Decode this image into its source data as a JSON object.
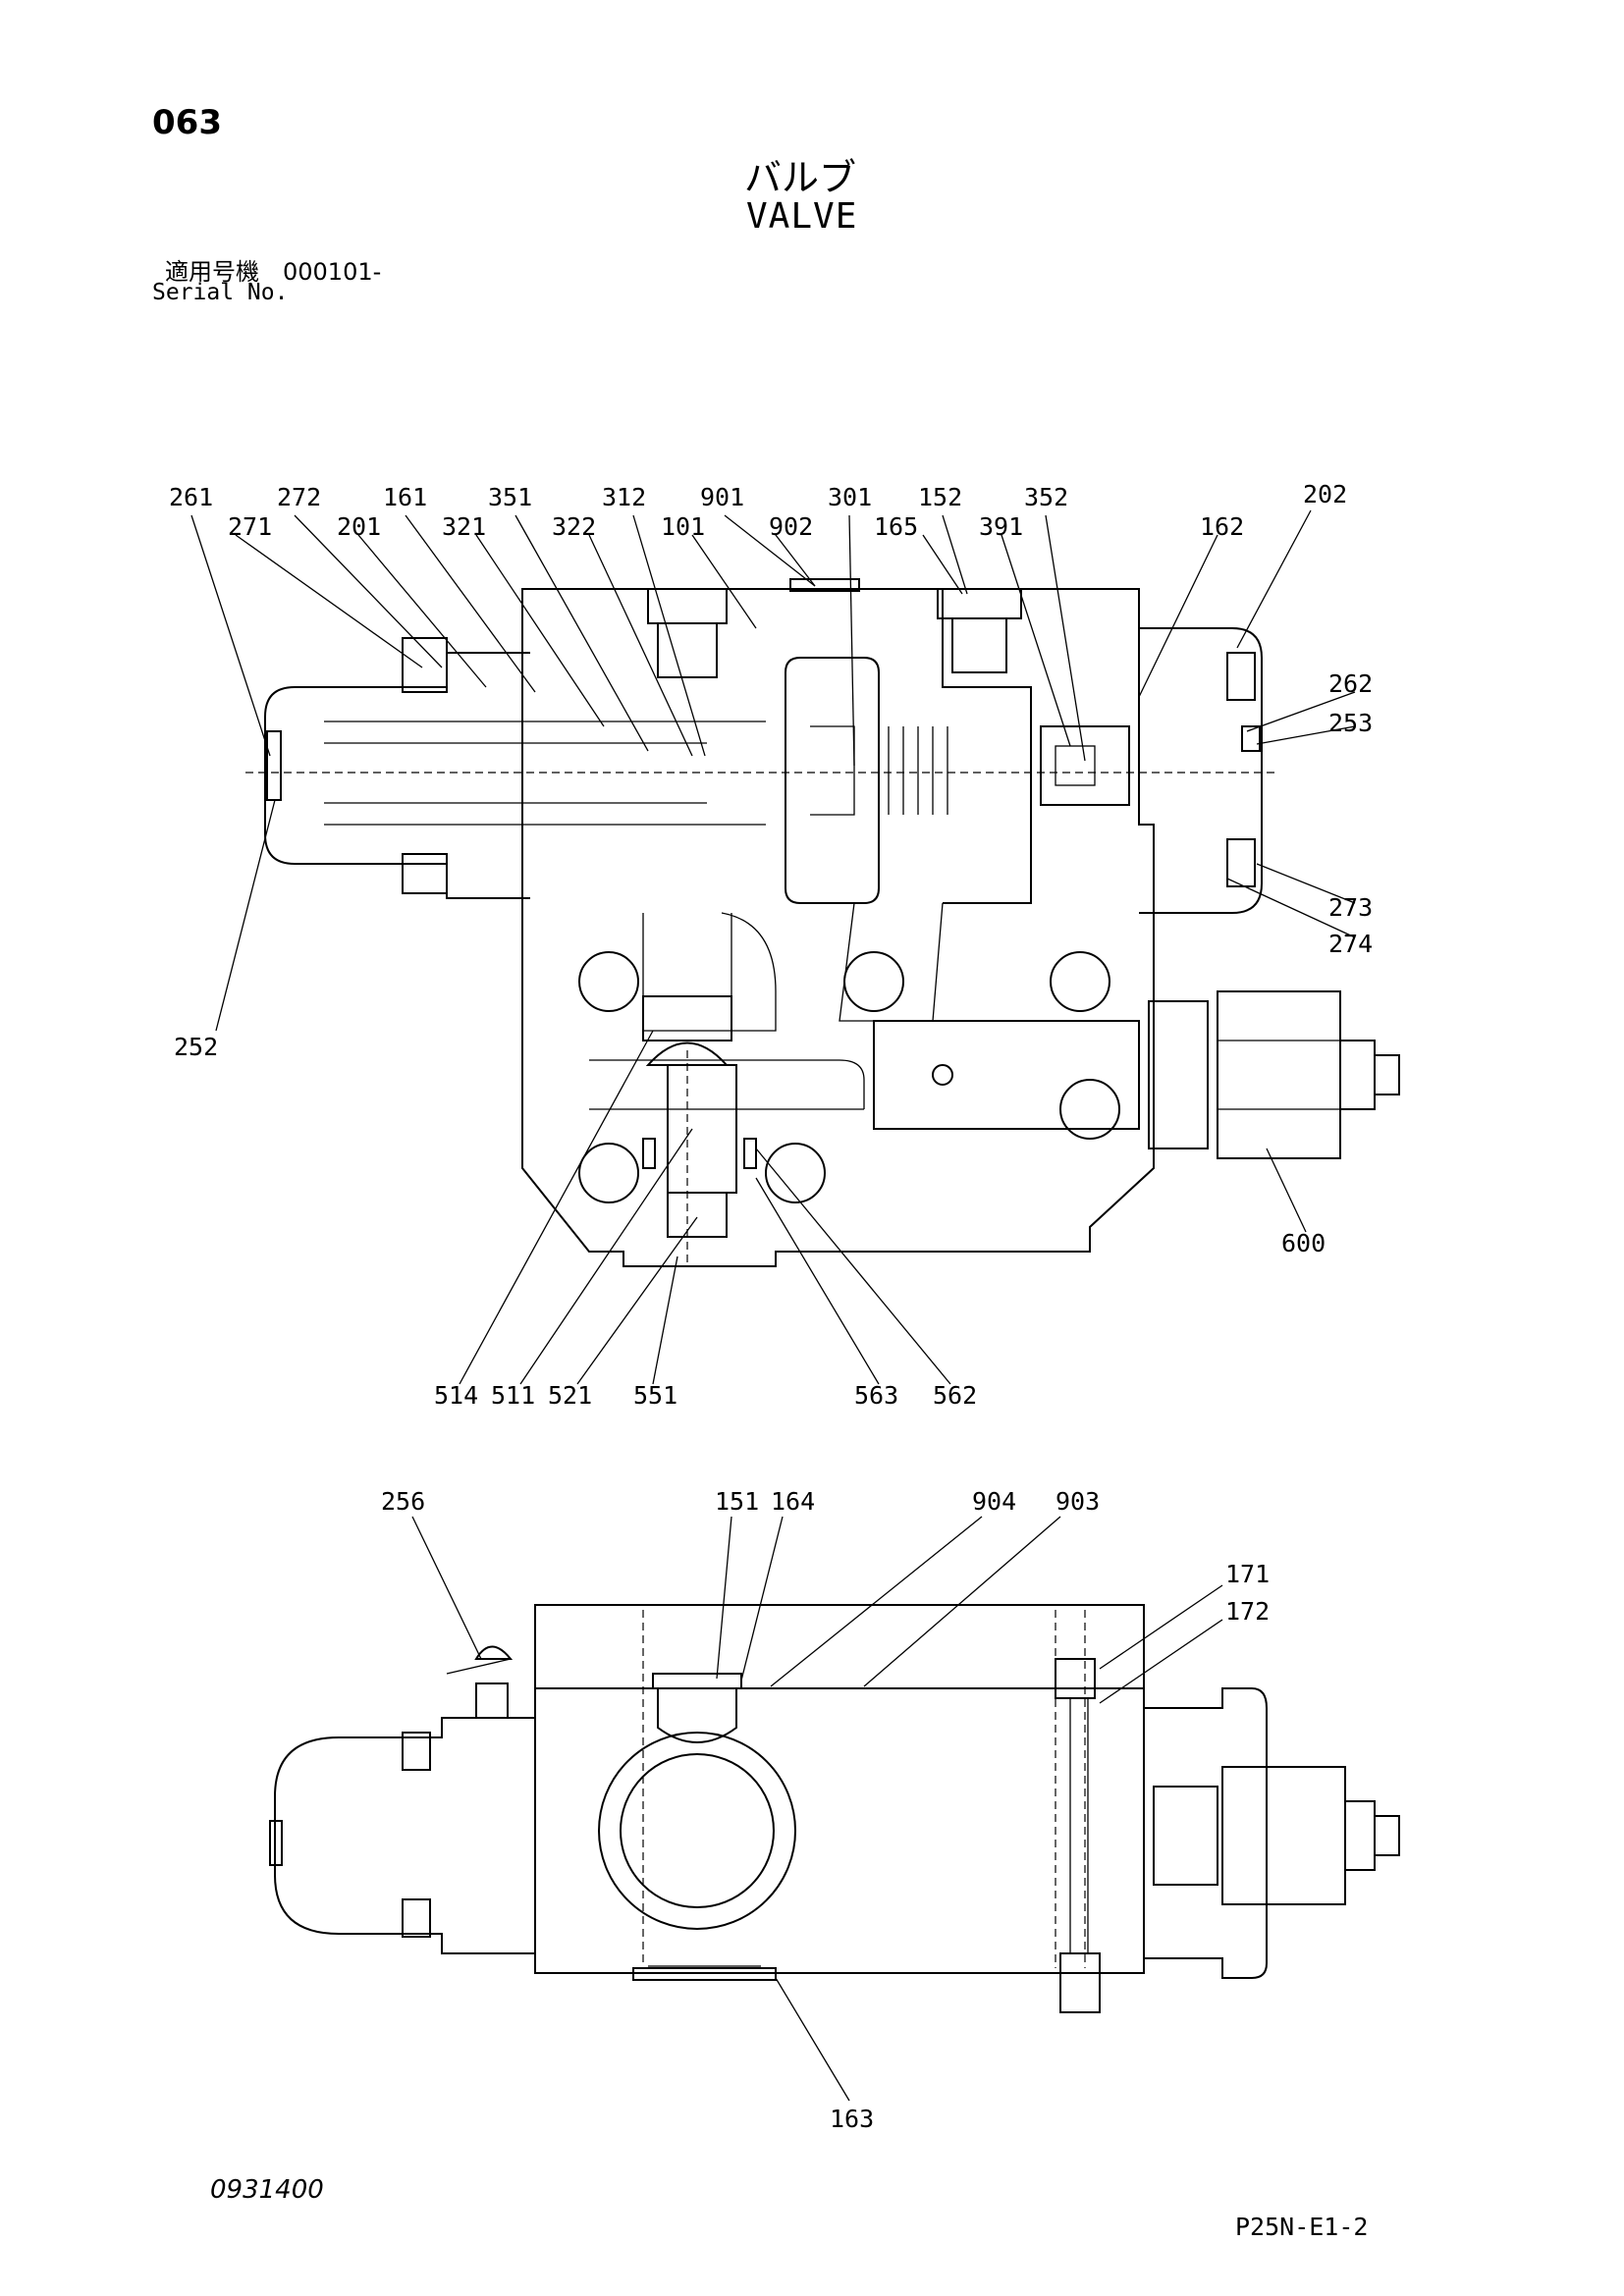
{
  "header": {
    "page_number": "063",
    "title_jp": "バルブ",
    "title_en": "VALVE",
    "serial_jp": "適用号機　000101-",
    "serial_en": "Serial No."
  },
  "footer": {
    "ref_code": "0931400",
    "page_code": "P25N-E1-2"
  },
  "section_view_labels": [
    "261",
    "272",
    "161",
    "351",
    "312",
    "901",
    "301",
    "152",
    "352",
    "202",
    "271",
    "201",
    "321",
    "322",
    "101",
    "902",
    "165",
    "391",
    "162",
    "262",
    "253",
    "273",
    "274",
    "252",
    "600",
    "514",
    "511",
    "521",
    "551",
    "563",
    "562"
  ],
  "plan_view_labels": [
    "256",
    "151",
    "164",
    "904",
    "903",
    "171",
    "172",
    "163"
  ]
}
